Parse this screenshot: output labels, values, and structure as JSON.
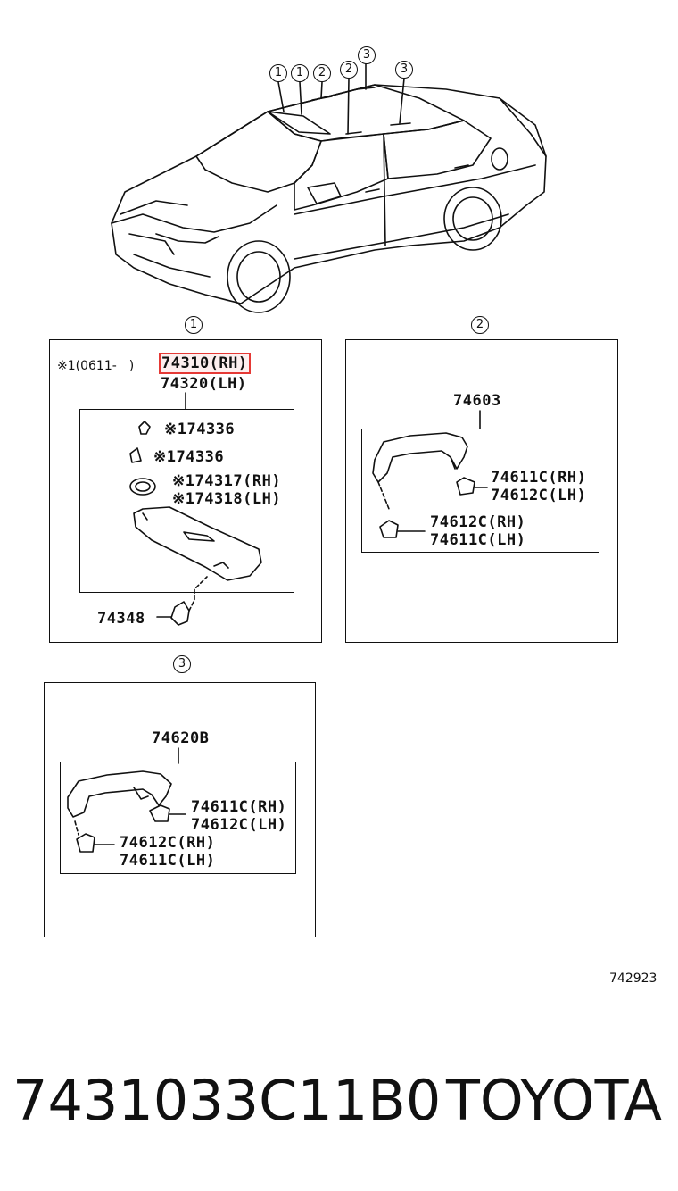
{
  "overview": {
    "callouts": [
      "1",
      "1",
      "2",
      "2",
      "3",
      "3"
    ]
  },
  "section1": {
    "callout": "1",
    "note": "※1(0611-　)",
    "part_rh": "74310(RH)",
    "part_lh": "74320(LH)",
    "sub": [
      "※174336",
      "※174336",
      "※174317(RH)",
      "※174318(LH)"
    ],
    "clip": "74348"
  },
  "section2": {
    "callout": "2",
    "assembly": "74603",
    "cap1_a": "74611C(RH)",
    "cap1_b": "74612C(LH)",
    "cap2_a": "74612C(RH)",
    "cap2_b": "74611C(LH)"
  },
  "section3": {
    "callout": "3",
    "assembly": "74620B",
    "cap1_a": "74611C(RH)",
    "cap1_b": "74612C(LH)",
    "cap2_a": "74612C(RH)",
    "cap2_b": "74611C(LH)"
  },
  "diagram_id": "742923",
  "footer": {
    "part_number": "7431033C11B0",
    "brand": "TOYOTA"
  }
}
